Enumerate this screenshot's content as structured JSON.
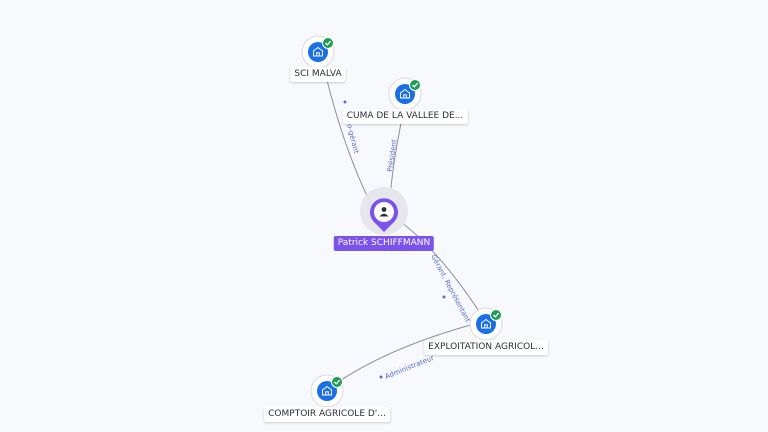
{
  "person": {
    "name": "Patrick SCHIFFMANN",
    "icon": "person-icon",
    "color": "#7b52ee"
  },
  "companies": [
    {
      "id": "sci-malva",
      "label": "SCI MALVA",
      "icon": "building-icon",
      "verified": true
    },
    {
      "id": "cuma",
      "label": "CUMA DE LA VALLEE DE...",
      "icon": "building-icon",
      "verified": true
    },
    {
      "id": "exploitation",
      "label": "EXPLOITATION AGRICOL...",
      "icon": "building-icon",
      "verified": true
    },
    {
      "id": "comptoir",
      "label": "COMPTOIR AGRICOLE D'...",
      "icon": "building-icon",
      "verified": true
    }
  ],
  "edges": [
    {
      "from": "person",
      "to": "sci-malva",
      "label": "Co-gérant"
    },
    {
      "from": "person",
      "to": "cuma",
      "label": "Président"
    },
    {
      "from": "person",
      "to": "exploitation",
      "label": "Gérant, Représentant"
    },
    {
      "from": "exploitation",
      "to": "comptoir",
      "label": "Administrateur"
    }
  ],
  "colors": {
    "company_node": "#1a6fe8",
    "verified_badge": "#1f9d55",
    "edge": "#8a8fa0",
    "edge_label": "#5a6ec8"
  }
}
